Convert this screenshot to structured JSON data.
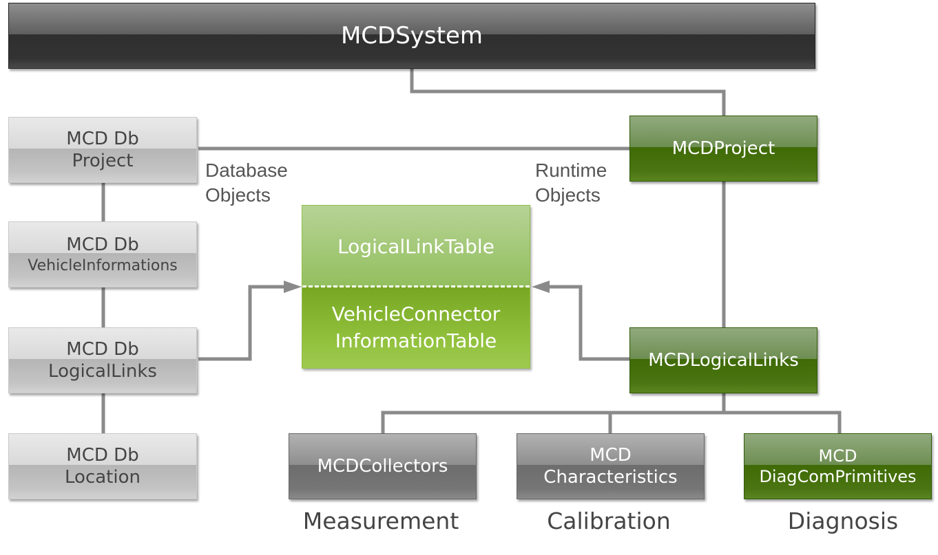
{
  "diagram": {
    "system": "MCDSystem",
    "database_objects": {
      "caption_line1": "Database",
      "caption_line2": "Objects",
      "nodes": [
        {
          "line1": "MCD Db",
          "line2": "Project"
        },
        {
          "line1": "MCD Db",
          "line2": "VehicleInformations"
        },
        {
          "line1": "MCD Db",
          "line2": "LogicalLinks"
        },
        {
          "line1": "MCD Db",
          "line2": "Location"
        }
      ]
    },
    "runtime_objects": {
      "caption_line1": "Runtime",
      "caption_line2": "Objects",
      "project": "MCDProject",
      "logical_links": "MCDLogicalLinks"
    },
    "tables": {
      "top": "LogicalLinkTable",
      "bottom_line1": "VehicleConnector",
      "bottom_line2": "InformationTable"
    },
    "children": [
      {
        "line1": "MCDCollectors",
        "line2": "",
        "category": "Measurement"
      },
      {
        "line1": "MCD",
        "line2": "Characteristics",
        "category": "Calibration"
      },
      {
        "line1": "MCD",
        "line2": "DiagComPrimitives",
        "category": "Diagnosis"
      }
    ],
    "colors": {
      "connector": "#8a8a8a",
      "runtime_green": "#3f6a05",
      "table_green": "#8fbf3a",
      "system_dark": "#2f2f2f"
    }
  }
}
